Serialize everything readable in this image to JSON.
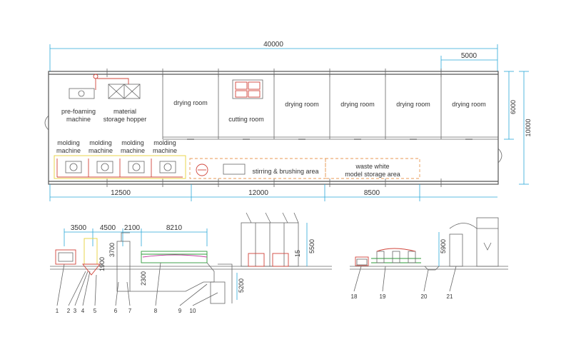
{
  "plan": {
    "dimensions": {
      "total_length": "40000",
      "room_width": "5000",
      "room_depth": "6000",
      "total_width": "10000",
      "bottom_left": "12500",
      "bottom_mid": "12000",
      "bottom_right": "8500"
    },
    "labels": {
      "prefoaming_line1": "pre-foaming",
      "prefoaming_line2": "machine",
      "hopper_line1": "material",
      "hopper_line2": "storage hopper",
      "cutting_room": "cutting room",
      "drying_room": "drying room",
      "molding_line1": "molding",
      "molding_line2": "machine",
      "stirring_area": "stirring & brushing area",
      "waste_line1": "waste white",
      "waste_line2": "model storage area"
    }
  },
  "elevation_left": {
    "dimensions": {
      "d3500": "3500",
      "d4500": "4500",
      "d2100": "2100",
      "d8210": "8210",
      "d3700": "3700",
      "d1900": "1900",
      "d2300": "2300",
      "d5500": "5500",
      "d5200": "5200",
      "d15": "15"
    },
    "callouts": [
      "1",
      "2",
      "3",
      "4",
      "5",
      "6",
      "7",
      "8",
      "9",
      "10"
    ]
  },
  "elevation_right": {
    "dimensions": {
      "d5900": "5900"
    },
    "callouts": [
      "18",
      "19",
      "20",
      "21"
    ]
  }
}
